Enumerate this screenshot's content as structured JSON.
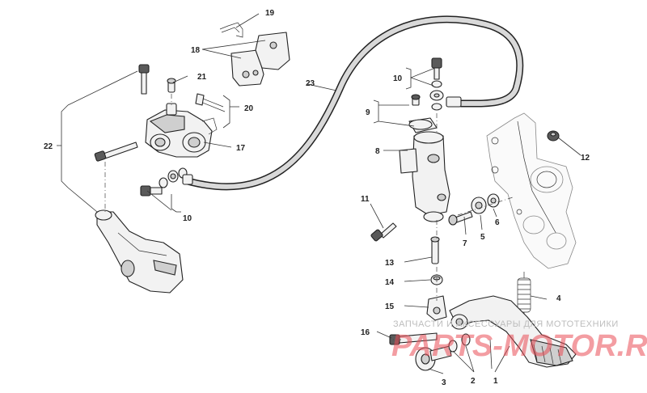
{
  "callouts": {
    "p1": "1",
    "p2": "2",
    "p3": "3",
    "p4": "4",
    "p5": "5",
    "p6": "6",
    "p7": "7",
    "p8": "8",
    "p9": "9",
    "p10a": "10",
    "p10b": "10",
    "p11": "11",
    "p12": "12",
    "p13": "13",
    "p14": "14",
    "p15": "15",
    "p16": "16",
    "p17": "17",
    "p18": "18",
    "p19": "19",
    "p20": "20",
    "p21": "21",
    "p22": "22",
    "p23": "23"
  },
  "watermark": {
    "line1": "ЗАПЧАСТИ И АКСЕССУАРЫ ДЛЯ МОТОТЕХНИКИ",
    "line2": "PARTS-MOTOR.RU",
    "color": "#e94c55"
  }
}
